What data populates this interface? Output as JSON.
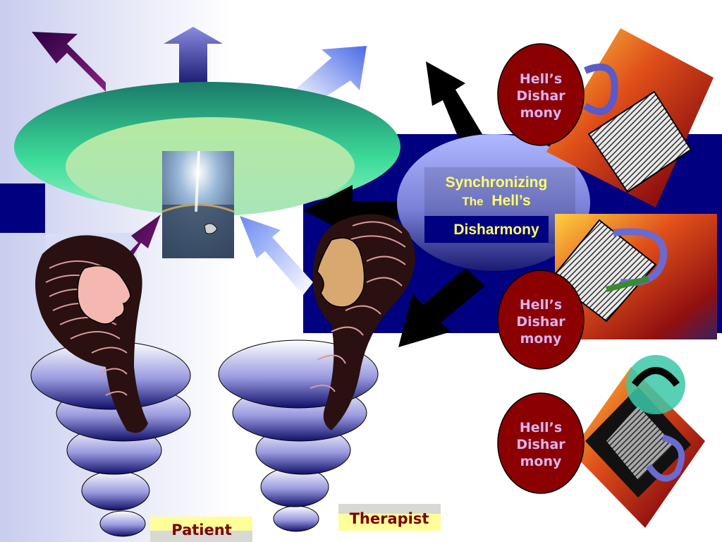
{
  "center": {
    "line1": "Synchronizing",
    "line2_prefix": "The",
    "line2_word": "Hell",
    "line2_suffix": "’s",
    "line3": "Disharmony"
  },
  "badges": [
    {
      "line1": "Hell’s",
      "line2": "Dishar",
      "line3": "mony"
    },
    {
      "line1": "Hell’s",
      "line2": "Dishar",
      "line3": "mony"
    },
    {
      "line1": "Hell’s",
      "line2": "Dishar",
      "line3": "mony"
    }
  ],
  "roles": {
    "patient": "Patient",
    "therapist": "Therapist"
  },
  "colors": {
    "navy_band": "#000080",
    "badge_fill": "#8b0000",
    "badge_text": "#d9b3f0",
    "center_text": "#ffff66",
    "label_text": "#7a0000",
    "label_bg": "#ffff99",
    "disc_top": "#2aa478",
    "disc_inner": "#b0e6a0"
  }
}
